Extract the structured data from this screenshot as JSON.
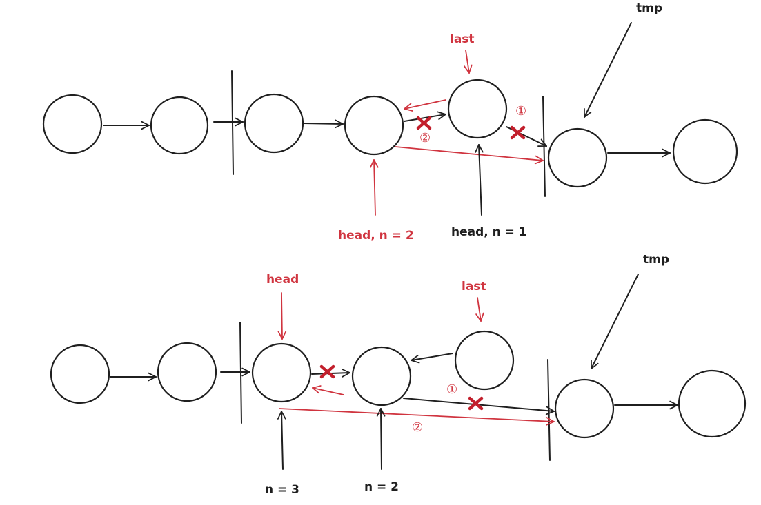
{
  "colors": {
    "ink": "#1f1f1f",
    "accent": "#d0343f",
    "cross": "#c21f2c"
  },
  "top": {
    "tmp_label": "tmp",
    "last_label": "last",
    "head_red_label": "head, n = 2",
    "head_black_label": "head, n = 1",
    "step_one": "①",
    "step_two": "②"
  },
  "bottom": {
    "tmp_label": "tmp",
    "last_label": "last",
    "head_label": "head",
    "n3_label": "n = 3",
    "n2_label": "n = 2",
    "step_one": "①",
    "step_two": "②"
  }
}
